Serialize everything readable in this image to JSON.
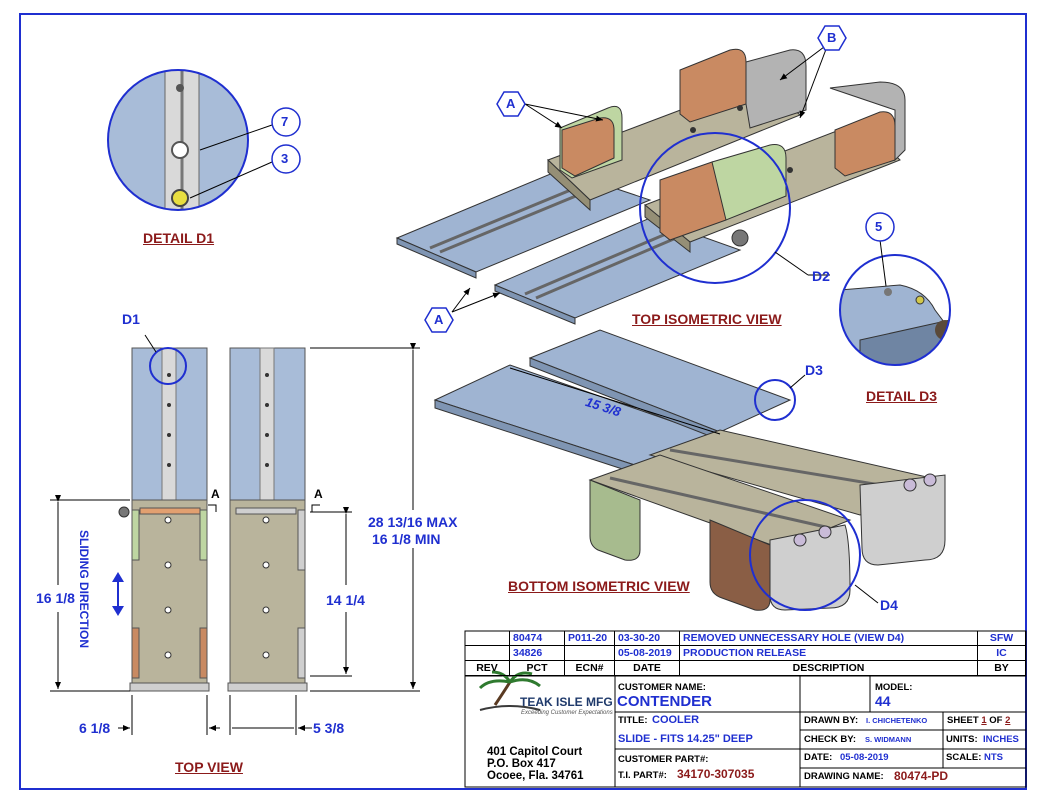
{
  "labels": {
    "detail_d1": "DETAIL  D1",
    "detail_d3": "DETAIL  D3",
    "top_iso": "TOP ISOMETRIC VIEW",
    "bottom_iso": "BOTTOM ISOMETRIC VIEW",
    "top_view": "TOP VIEW",
    "d1": "D1",
    "d2": "D2",
    "d3": "D3",
    "d4": "D4",
    "balloon_7": "7",
    "balloon_3": "3",
    "balloon_5": "5",
    "balloon_a": "A",
    "balloon_b": "B",
    "section_a": "A",
    "sliding_direction": "SLIDING DIRECTION"
  },
  "dimensions": {
    "max": "28 13/16 MAX",
    "min": "16 1/8 MIN",
    "sliding_height": "16 1/8",
    "inner_height": "14 1/4",
    "left_width": "6 1/8",
    "right_width": "5 3/8",
    "iso_depth": "15 3/8"
  },
  "revisions": {
    "rows": [
      {
        "rev": "",
        "pct": "80474",
        "ecn": "P011-20",
        "date": "03-30-20",
        "desc": "REMOVED UNNECESSARY HOLE (VIEW D4)",
        "by": "SFW"
      },
      {
        "rev": "",
        "pct": "34826",
        "ecn": "",
        "date": "05-08-2019",
        "desc": "PRODUCTION RELEASE",
        "by": "IC"
      }
    ],
    "headers": {
      "rev": "REV",
      "pct": "PCT",
      "ecn": "ECN#",
      "date": "DATE",
      "desc": "DESCRIPTION",
      "by": "BY"
    }
  },
  "titleblock": {
    "company": "TEAK ISLE MFG",
    "tagline": "Exceeding Customer Expectations",
    "address1": "401 Capitol Court",
    "address2": "P.O. Box 417",
    "address3": "Ocoee, Fla. 34761",
    "customer_name_label": "CUSTOMER NAME:",
    "customer_name": "CONTENDER",
    "model_label": "MODEL:",
    "model": "44",
    "title_label": "TITLE:",
    "title": "COOLER",
    "subtitle": "SLIDE - FITS 14.25\" DEEP",
    "customer_part_label": "CUSTOMER PART#:",
    "ti_part_label": "T.I. PART#:",
    "ti_part": "34170-307035",
    "drawn_by_label": "DRAWN BY:",
    "drawn_by": "I. CHICHETENKO",
    "check_by_label": "CHECK BY:",
    "check_by": "S. WIDMANN",
    "date_label": "DATE:",
    "date": "05-08-2019",
    "drawing_name_label": "DRAWING NAME:",
    "drawing_name": "80474-PD",
    "sheet_label": "SHEET",
    "sheet_num": "1",
    "sheet_of": "OF",
    "sheet_total": "2",
    "units_label": "UNITS:",
    "units": "INCHES",
    "scale_label": "SCALE:",
    "scale": "NTS"
  },
  "colors": {
    "line_blue": "#1f2fd0",
    "label_red": "#8b1a1a",
    "slide_blue": "#9fb4d2",
    "frame_tan": "#b9b49c",
    "pad_green": "#bed6a2",
    "pad_orange": "#c98a62"
  }
}
